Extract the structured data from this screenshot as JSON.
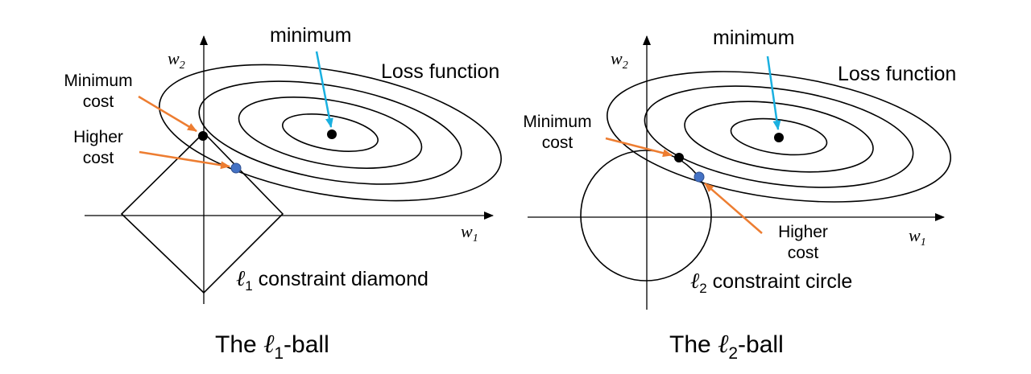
{
  "left_panel": {
    "axis_x": "w",
    "axis_x_sub": "1",
    "axis_y": "w",
    "axis_y_sub": "2",
    "minimum_label": "minimum",
    "loss_label": "Loss function",
    "min_cost_line1": "Minimum",
    "min_cost_line2": "cost",
    "higher_cost_line1": "Higher",
    "higher_cost_line2": "cost",
    "constraint_symbol": "ℓ",
    "constraint_sub": "1",
    "constraint_text": " constraint diamond",
    "caption_pre": "The ",
    "caption_symbol": "ℓ",
    "caption_sub": "1",
    "caption_post": "-ball"
  },
  "right_panel": {
    "axis_x": "w",
    "axis_x_sub": "1",
    "axis_y": "w",
    "axis_y_sub": "2",
    "minimum_label": "minimum",
    "loss_label": "Loss function",
    "min_cost_line1": "Minimum",
    "min_cost_line2": "cost",
    "higher_cost_line1": "Higher",
    "higher_cost_line2": "cost",
    "constraint_symbol": "ℓ",
    "constraint_sub": "2",
    "constraint_text": " constraint circle",
    "caption_pre": "The ",
    "caption_symbol": "ℓ",
    "caption_sub": "2",
    "caption_post": "-ball"
  },
  "colors": {
    "minimum_arrow": "#1ab0e0",
    "cost_arrow": "#ed7d31",
    "higher_cost_dot": "#4472c4",
    "minimum_dot": "#000000",
    "lines": "#000000"
  }
}
